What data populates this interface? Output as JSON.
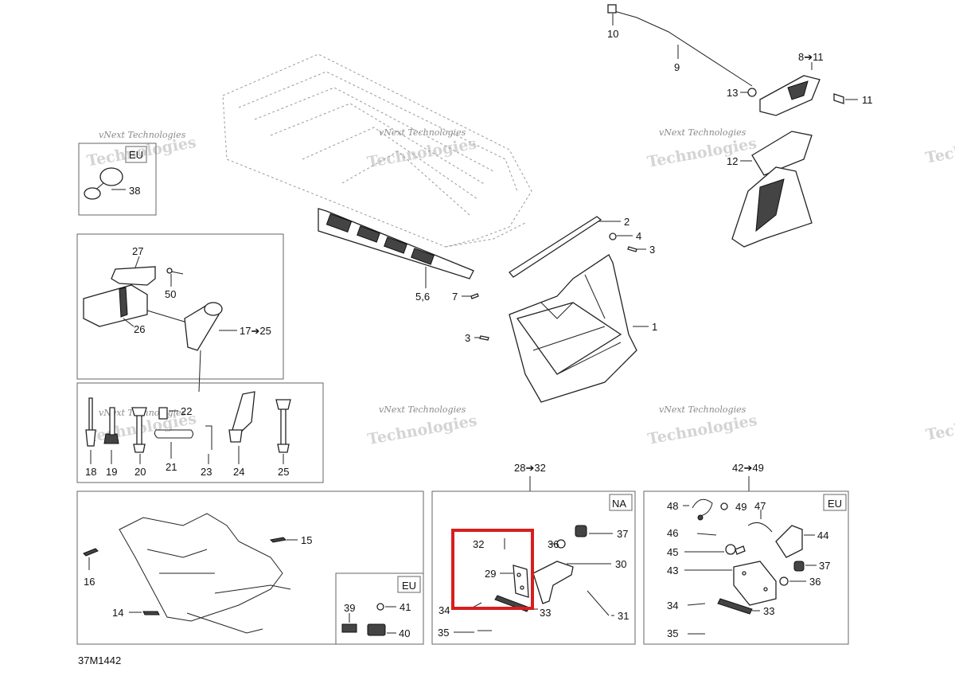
{
  "diagram_code": "37M1442",
  "region_tags": {
    "eu_lamp": "EU",
    "na_kit": "NA",
    "eu_kit": "EU",
    "eu_reflector": "EU"
  },
  "kit_headers": {
    "na": "28➔32",
    "eu": "42➔49"
  },
  "watermark": {
    "line1": "vNext Technologies",
    "line2": "Technologies"
  },
  "highlight_color": "#d81e1e",
  "parts": {
    "p1": "1",
    "p2": "2",
    "p3a": "3",
    "p3b": "3",
    "p4": "4",
    "p56": "5,6",
    "p7": "7",
    "p811": "8➔11",
    "p9": "9",
    "p10": "10",
    "p11": "11",
    "p12": "12",
    "p13": "13",
    "p14": "14",
    "p15": "15",
    "p16": "16",
    "p1725": "17➔25",
    "p18": "18",
    "p19": "19",
    "p20": "20",
    "p21": "21",
    "p22": "22",
    "p23": "23",
    "p24": "24",
    "p25": "25",
    "p26": "26",
    "p27": "27",
    "p29": "29",
    "p30": "30",
    "p31": "31",
    "p32": "32",
    "p33a": "33",
    "p34a": "34",
    "p35a": "35",
    "p36a": "36",
    "p37a": "37",
    "p33b": "33",
    "p34b": "34",
    "p35b": "35",
    "p36b": "36",
    "p37b": "37",
    "p38": "38",
    "p39": "39",
    "p40": "40",
    "p41": "41",
    "p43": "43",
    "p44": "44",
    "p45": "45",
    "p46": "46",
    "p47": "47",
    "p48": "48",
    "p49": "49",
    "p50": "50"
  }
}
